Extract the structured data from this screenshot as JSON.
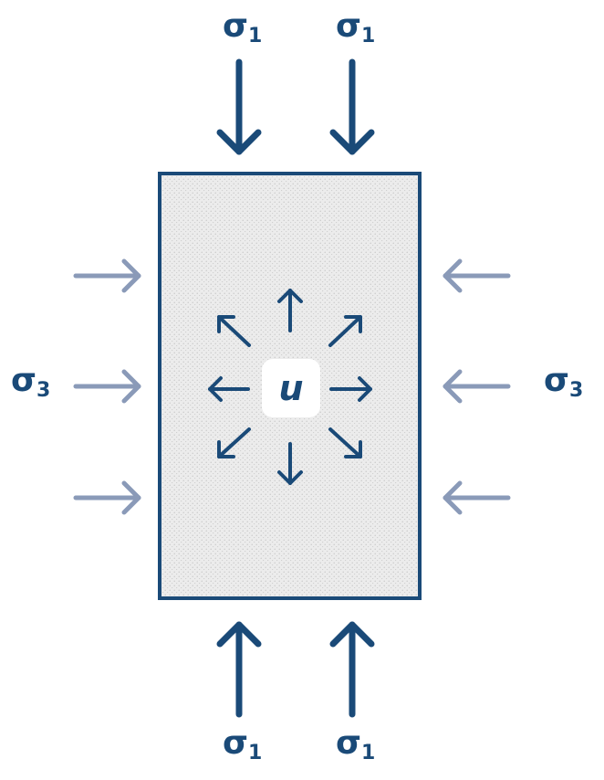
{
  "labels": {
    "sigma1": "σ",
    "sigma1_sub": "1",
    "sigma3": "σ",
    "sigma3_sub": "3",
    "pore_pressure": "u"
  },
  "colors": {
    "dark": "#1a4a78",
    "light": "#8a9ab8",
    "specimen_fill": "#ececec",
    "stipple": "#bcbcbc"
  }
}
